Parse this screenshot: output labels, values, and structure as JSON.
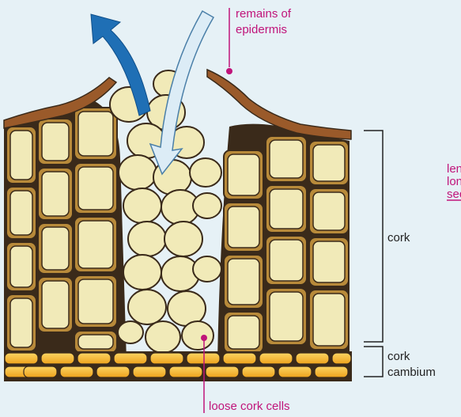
{
  "labels": {
    "remains_line1": "remains of",
    "remains_line2": "epidermis",
    "cork": "cork",
    "cork_cambium_line1": "cork",
    "cork_cambium_line2": "cambium",
    "loose_cells": "loose cork cells",
    "lenticel_line1": "len",
    "lenticel_line2": "lon",
    "lenticel_line3": "sec"
  },
  "colors": {
    "background": "#e6f1f6",
    "cork_cell_fill": "#f1eab8",
    "cork_cell_wall": "#b88a3a",
    "cell_outline": "#3a2a1a",
    "cambium_fill": "#f4b42c",
    "epidermis": "#9a5a2a",
    "arrow_out": "#1f6fb5",
    "arrow_in": "#dcecf6",
    "label_magenta": "#c0147a"
  },
  "arrows": [
    {
      "name": "outward-gas-arrow",
      "direction": "up-left"
    },
    {
      "name": "inward-air-arrow",
      "direction": "down"
    }
  ]
}
